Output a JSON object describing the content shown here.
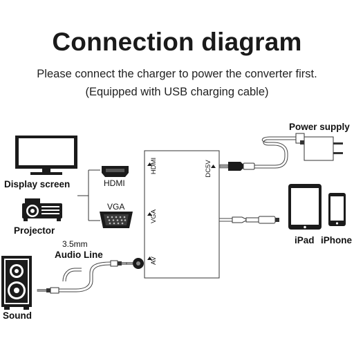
{
  "title": "Connection diagram",
  "subtitle_line1": "Please connect the charger to power the converter first.",
  "subtitle_line2": "(Equipped with USB charging cable)",
  "labels": {
    "power_supply": "Power supply",
    "display_screen": "Display screen",
    "projector": "Projector",
    "hdmi": "HDMI",
    "vga": "VGA",
    "audio_size": "3.5mm",
    "audio_line": "Audio Line",
    "sound": "Sound",
    "ipad": "iPad",
    "iphone": "iPhone"
  },
  "ports": {
    "hdmi": "HDMI",
    "vga": "VGA",
    "av": "AV",
    "dc": "DC5V"
  }
}
